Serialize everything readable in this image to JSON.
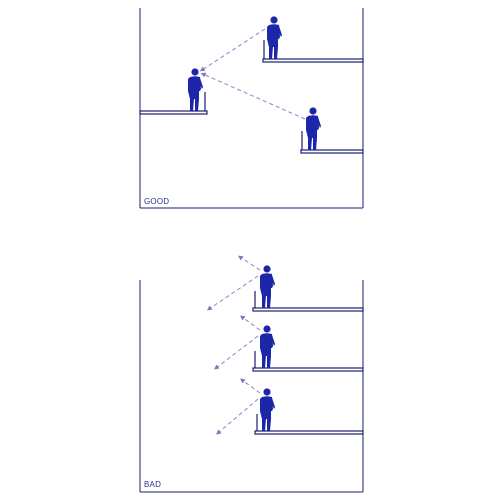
{
  "panels": [
    {
      "id": "good",
      "label": "GOOD"
    },
    {
      "id": "bad",
      "label": "BAD"
    }
  ],
  "colors": {
    "figure": "#1b27a8",
    "line": "#1a1f6e",
    "sightline": "#8a85c8",
    "label": "#2a2f8f"
  },
  "icons": [
    "person-icon",
    "arrowhead-icon"
  ]
}
